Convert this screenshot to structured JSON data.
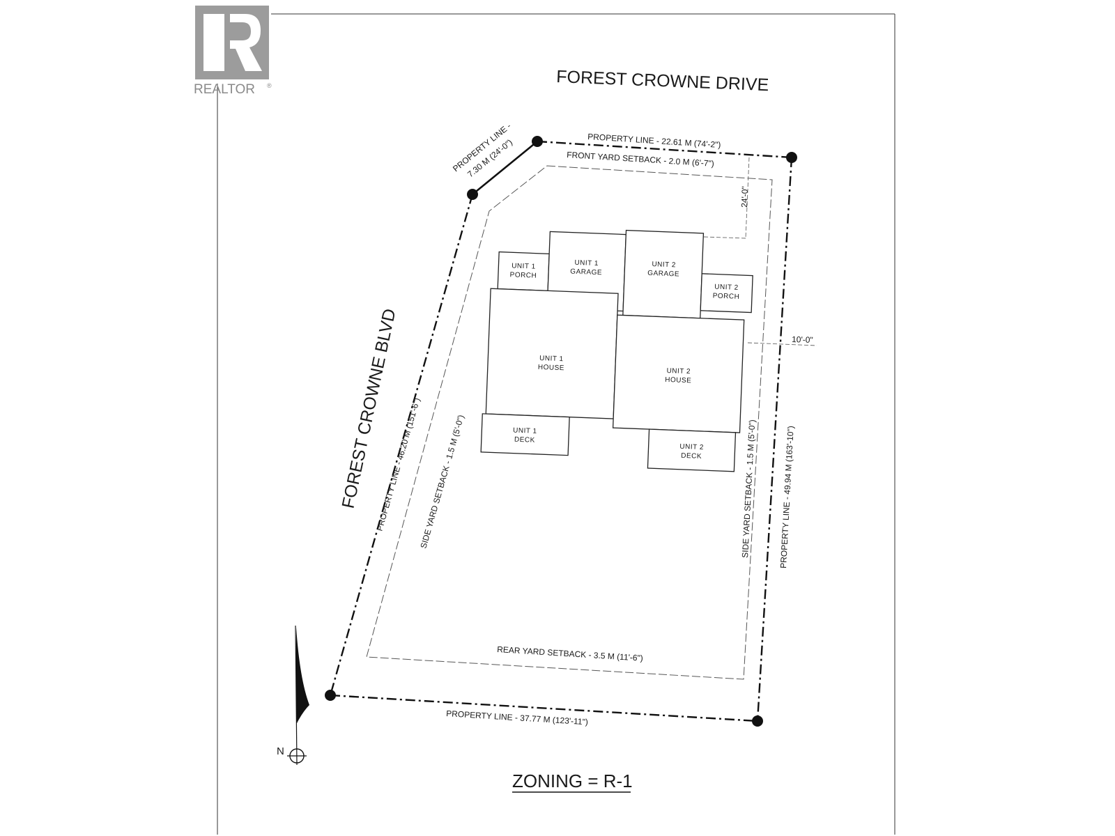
{
  "logo": {
    "mark_letter": "R",
    "text": "REALTOR",
    "registered": "®"
  },
  "streets": {
    "north": "FOREST CROWNE DRIVE",
    "west": "FOREST CROWNE BLVD"
  },
  "property_lines": {
    "north": "PROPERTY LINE - 22.61 M (74'-2\")",
    "northwest_line1": "PROPERTY LINE -",
    "northwest_line2": "7.30 M (24'-0\")",
    "west": "PROPERTY LINE - 46.20 M (151'-6\")",
    "east": "PROPERTY LINE - 49.94 M (163'-10\")",
    "south": "PROPERTY LINE - 37.77 M (123'-11\")"
  },
  "setbacks": {
    "front": "FRONT YARD SETBACK - 2.0 M (6'-7\")",
    "west_side": "SIDE YARD SETBACK - 1.5 M (5'-0\")",
    "east_side": "SIDE YARD SETBACK - 1.5 M (5'-0\")",
    "rear": "REAR YARD SETBACK - 3.5 M (11'-6\")"
  },
  "dimensions": {
    "driveway_depth": "24'-0\"",
    "side_offset": "10'-0\""
  },
  "units": {
    "unit1_porch": [
      "UNIT 1",
      "PORCH"
    ],
    "unit1_garage": [
      "UNIT 1",
      "GARAGE"
    ],
    "unit2_garage": [
      "UNIT 2",
      "GARAGE"
    ],
    "unit2_porch": [
      "UNIT 2",
      "PORCH"
    ],
    "unit1_house": [
      "UNIT 1",
      "HOUSE"
    ],
    "unit2_house": [
      "UNIT 2",
      "HOUSE"
    ],
    "unit1_deck": [
      "UNIT 1",
      "DECK"
    ],
    "unit2_deck": [
      "UNIT 2",
      "DECK"
    ]
  },
  "north_arrow": {
    "label": "N"
  },
  "zoning": "ZONING = R-1"
}
